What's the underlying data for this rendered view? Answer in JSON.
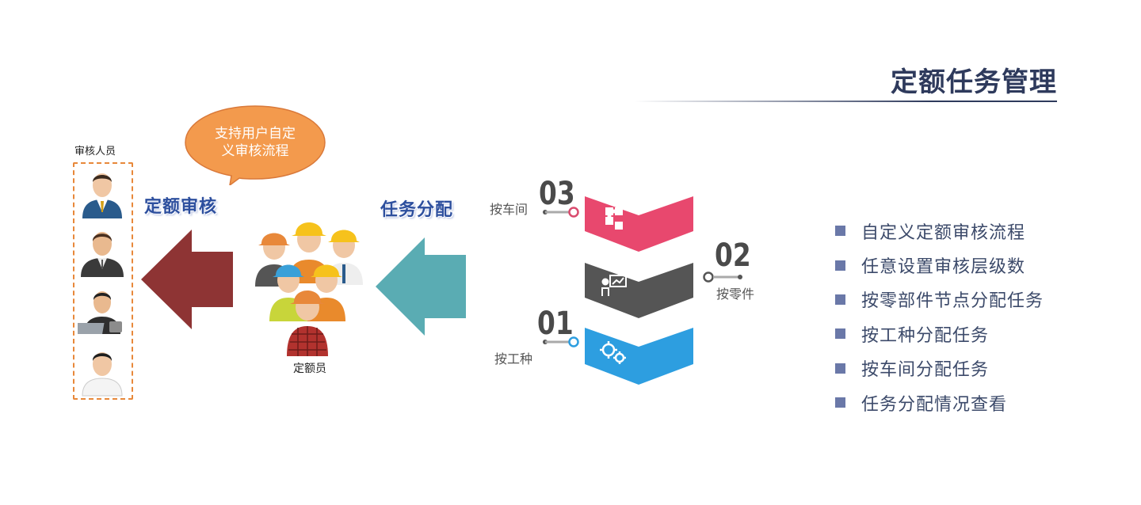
{
  "title": "定额任务管理",
  "reviewers": {
    "label": "审核人员"
  },
  "bubble": {
    "line1": "支持用户自定",
    "line2": "义审核流程"
  },
  "arrows": {
    "review_label": "定额审核",
    "assign_label": "任务分配"
  },
  "workers": {
    "label": "定额员"
  },
  "steps": [
    {
      "number": "03",
      "label": "按车间",
      "color": "#e8486e",
      "icon": "puzzle-icon"
    },
    {
      "number": "02",
      "label": "按零件",
      "color": "#555555",
      "icon": "presentation-icon"
    },
    {
      "number": "01",
      "label": "按工种",
      "color": "#2d9ee0",
      "icon": "gears-icon"
    }
  ],
  "features": [
    "自定义定额审核流程",
    "任意设置审核层级数",
    "按零部件节点分配任务",
    "按工种分配任务",
    "按车间分配任务",
    "任务分配情况查看"
  ],
  "colors": {
    "title": "#2e3a5c",
    "review_arrow": "#8e3434",
    "assign_arrow": "#5aacb3",
    "bubble": "#f39a4d",
    "reviewer_border": "#e8883a",
    "bullet": "#6a78a8"
  }
}
